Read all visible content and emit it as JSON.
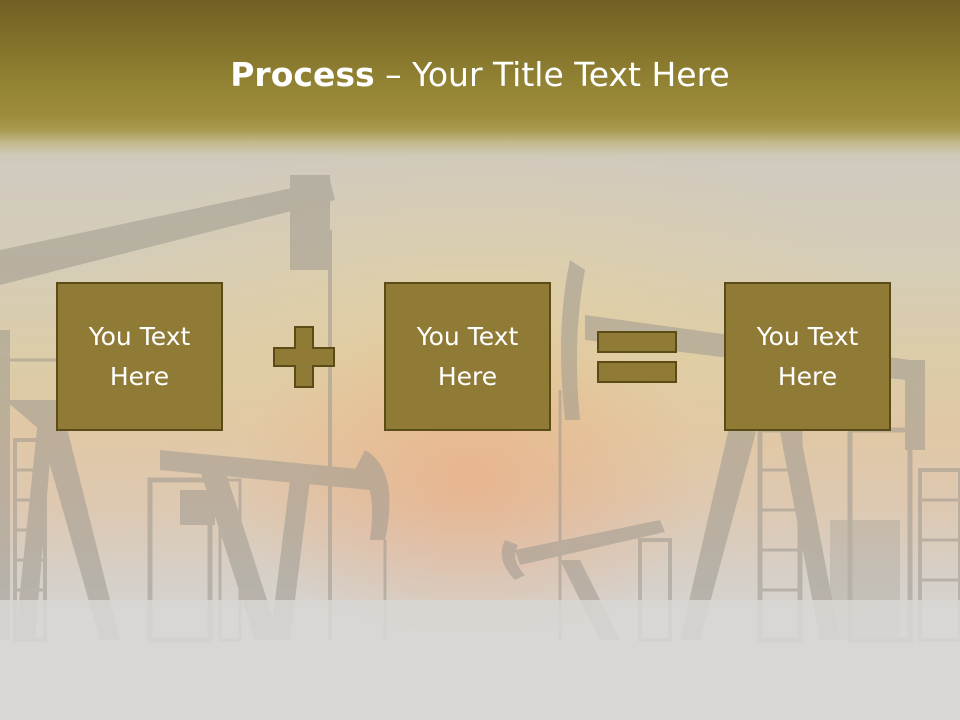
{
  "slide": {
    "title_bold": "Process",
    "title_rest": " – Your Title Text Here",
    "boxes": [
      {
        "line1": "You Text",
        "line2": "Here"
      },
      {
        "line1": "You Text",
        "line2": "Here"
      },
      {
        "line1": "You Text",
        "line2": "Here"
      }
    ],
    "operators": [
      "plus-icon",
      "equals-icon"
    ]
  },
  "colors": {
    "title_band": "#8f7b35",
    "box_fill": "#8f7b35",
    "box_border": "#5b4c17",
    "operator_fill": "#8f7b35",
    "text": "#ffffff"
  },
  "background": "oil-pumpjacks-sunset-silhouette"
}
